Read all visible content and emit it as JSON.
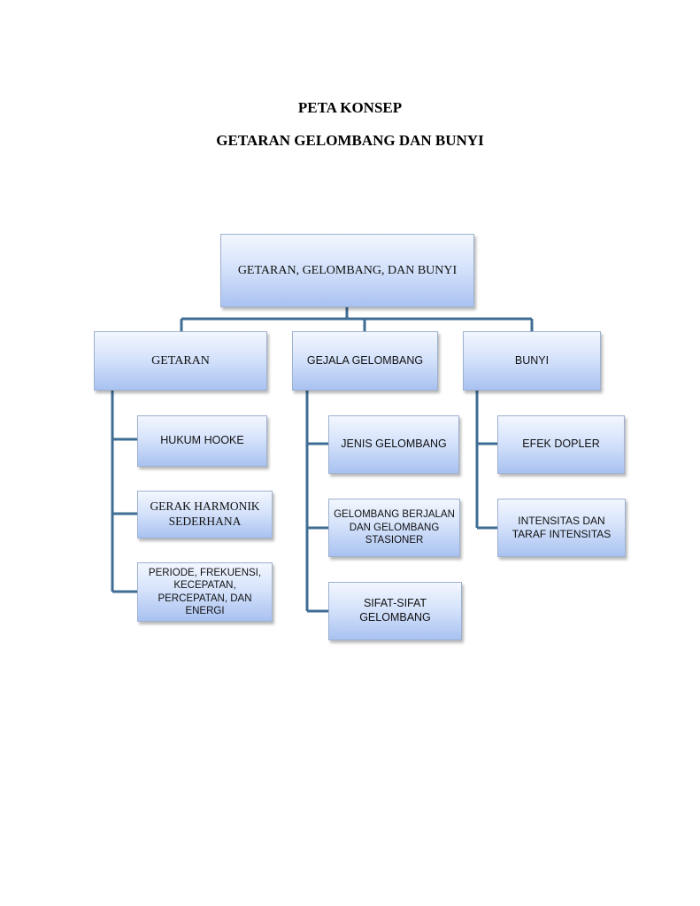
{
  "title": "PETA KONSEP",
  "subtitle": "GETARAN GELOMBANG DAN BUNYI",
  "colors": {
    "connector": "#3f6d94",
    "box_border": "#9db1cf",
    "box_fill_top": "#f3f7fe",
    "box_fill_bottom": "#a9c2f1"
  },
  "root": "GETARAN, GELOMBANG, DAN BUNYI",
  "branches": [
    {
      "label": "GETARAN",
      "children": [
        "HUKUM HOOKE",
        "GERAK HARMONIK SEDERHANA",
        "PERIODE, FREKUENSI, KECEPATAN, PERCEPATAN, DAN ENERGI"
      ]
    },
    {
      "label": "GEJALA GELOMBANG",
      "children": [
        "JENIS GELOMBANG",
        "GELOMBANG BERJALAN DAN GELOMBANG STASIONER",
        "SIFAT-SIFAT GELOMBANG"
      ]
    },
    {
      "label": "BUNYI",
      "children": [
        "EFEK DOPLER",
        "INTENSITAS DAN TARAF INTENSITAS"
      ]
    }
  ]
}
